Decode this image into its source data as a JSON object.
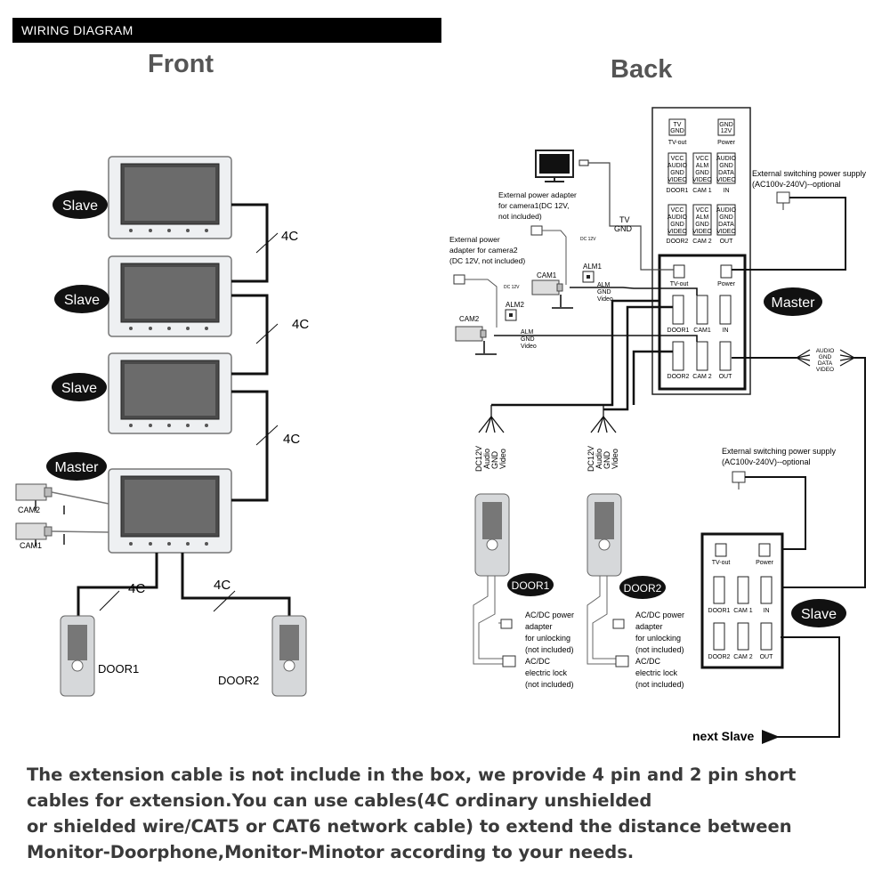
{
  "header": {
    "title": "WIRING DIAGRAM"
  },
  "front": {
    "title": "Front",
    "labels": {
      "slave1": "Slave",
      "slave2": "Slave",
      "slave3": "Slave",
      "master": "Master",
      "cable1": "4C",
      "cable2": "4C",
      "cable3": "4C",
      "cable_door1": "4C",
      "cable_door2": "4C",
      "cam2": "CAM2",
      "cam1": "CAM1",
      "door1": "DOOR1",
      "door2": "DOOR2"
    }
  },
  "back": {
    "title": "Back",
    "top_panel": {
      "tv_box": [
        "TV",
        "GND"
      ],
      "tv_label": "TV-out",
      "power_box": [
        "GND",
        "12V"
      ],
      "power_label": "Power",
      "door1_box": [
        "VCC",
        "AUDIO",
        "GND",
        "VIDEO"
      ],
      "door1_label": "DOOR1",
      "cam1_box": [
        "VCC",
        "ALM",
        "GND",
        "VIDEO"
      ],
      "cam1_label": "CAM 1",
      "in_box": [
        "AUDIO",
        "GND",
        "DATA",
        "VIDEO"
      ],
      "in_label": "IN",
      "door2_box": [
        "VCC",
        "AUDIO",
        "GND",
        "VIDEO"
      ],
      "door2_label": "DOOR2",
      "cam2_box": [
        "VCC",
        "ALM",
        "GND",
        "VIDEO"
      ],
      "cam2_label": "CAM 2",
      "out_box": [
        "AUDIO",
        "GND",
        "DATA",
        "VIDEO"
      ],
      "out_label": "OUT"
    },
    "master_ports": {
      "tv": "TV-out",
      "power": "Power",
      "door1": "DOOR1",
      "cam1": "CAM1",
      "in": "IN",
      "door2": "DOOR2",
      "cam2": "CAM 2",
      "out": "OUT"
    },
    "slave_ports": {
      "tv": "TV-out",
      "power": "Power",
      "door1": "DOOR1",
      "cam1": "CAM 1",
      "in": "IN",
      "door2": "DOOR2",
      "cam2": "CAM 2",
      "out": "OUT"
    },
    "badges": {
      "master": "Master",
      "slave": "Slave",
      "door1": "DOOR1",
      "door2": "DOOR2"
    },
    "notes": {
      "ext_power_top": [
        "External switching power supply",
        "(AC100v-240V)--optional"
      ],
      "ext_power_bottom": [
        "External switching power supply",
        "(AC100v-240V)--optional"
      ],
      "cam1_adapter": [
        "External power adapter",
        "for camera1(DC 12V,",
        "not included)"
      ],
      "cam2_adapter": [
        "External power",
        "adapter for camera2",
        "(DC 12V, not included)"
      ],
      "lock_note": [
        "AC/DC power",
        "adapter",
        "for unlocking",
        "(not included)",
        "AC/DC",
        "electric lock",
        "(not included)"
      ],
      "tv": "TV",
      "gnd": "GND",
      "alm1": "ALM1",
      "alm2": "ALM2",
      "cam1_tag": "CAM1",
      "cam2_tag": "CAM2",
      "alm_gnd_video": [
        "ALM",
        "GND",
        "Video"
      ],
      "bus": [
        "AUDIO",
        "GND",
        "DATA",
        "VIDEO"
      ],
      "door_wires": [
        "DC12V",
        "Audio",
        "GND",
        "Video"
      ],
      "dc12v_small": "DC 12V",
      "next_slave": "next  Slave"
    }
  },
  "footer": {
    "lines": [
      "The extension cable is not include in the box, we provide 4 pin and 2 pin short",
      "cables for extension.You can use cables(4C ordinary unshielded",
      "or shielded wire/CAT5 or CAT6 network cable) to extend the distance between",
      "Monitor-Doorphone,Monitor-Minotor according to your needs."
    ]
  }
}
